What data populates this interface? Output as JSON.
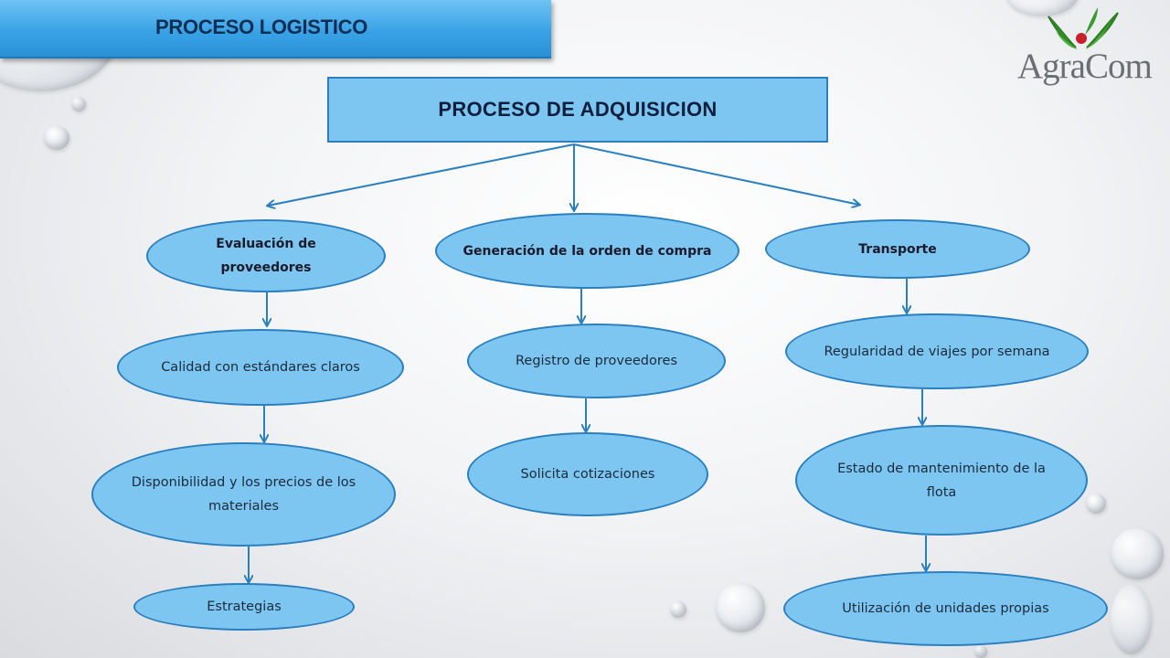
{
  "header": {
    "title": "PROCESO LOGISTICO"
  },
  "logo": {
    "text": "AgraCom"
  },
  "diagram": {
    "root": "PROCESO DE ADQUISICION",
    "branches": [
      {
        "label": "Evaluación de proveedores",
        "children": [
          "Calidad con estándares claros",
          "Disponibilidad y los precios de los materiales",
          "Estrategias"
        ]
      },
      {
        "label": "Generación de la orden de compra",
        "children": [
          "Registro de proveedores",
          "Solicita cotizaciones"
        ]
      },
      {
        "label": "Transporte",
        "children": [
          "Regularidad de viajes por semana",
          "Estado de mantenimiento de la flota",
          "Utilización de unidades propias"
        ]
      }
    ]
  },
  "colors": {
    "node_fill": "#7ec6f2",
    "node_border": "#2a7fbf",
    "arrow": "#2a7fbf",
    "banner": "#3aa3e6",
    "logo_green": "#3a9a2e",
    "logo_red": "#c8202a"
  }
}
